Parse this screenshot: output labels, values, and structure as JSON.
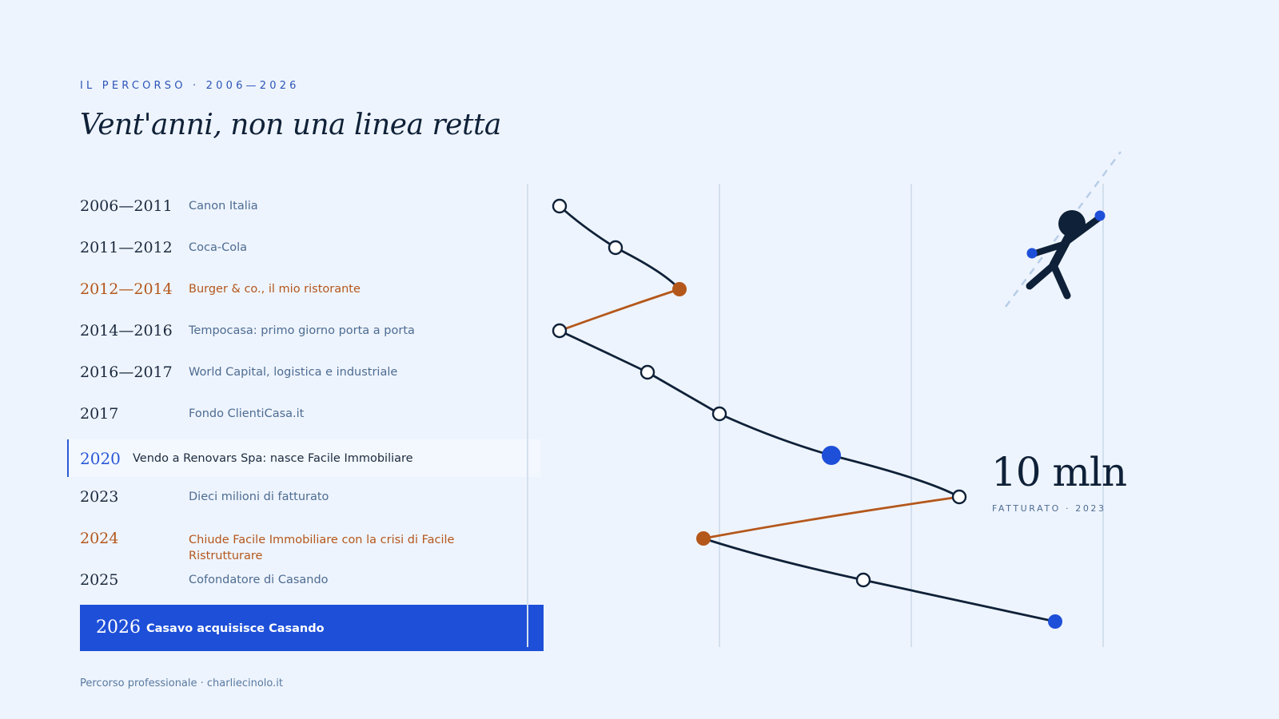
{
  "header": {
    "eyebrow": "IL PERCORSO · 2006—2026",
    "title": "Vent'anni, non una linea retta"
  },
  "timeline": [
    {
      "years": "2006—2011",
      "label": "Canon Italia",
      "tone": "normal"
    },
    {
      "years": "2011—2012",
      "label": "Coca-Cola",
      "tone": "normal"
    },
    {
      "years": "2012—2014",
      "label": "Burger & co., il mio ristorante",
      "tone": "setback"
    },
    {
      "years": "2014—2016",
      "label": "Tempocasa: primo giorno porta a porta",
      "tone": "normal"
    },
    {
      "years": "2016—2017",
      "label": "World Capital, logistica e industriale",
      "tone": "normal"
    },
    {
      "years": "2017",
      "label": "Fondo ClientiCasa.it",
      "tone": "normal"
    },
    {
      "years": "2020",
      "label": "Vendo a Renovars Spa: nasce Facile Immobiliare",
      "tone": "milestone"
    },
    {
      "years": "2023",
      "label": "Dieci milioni di fatturato",
      "tone": "normal"
    },
    {
      "years": "2024",
      "label": "Chiude Facile Immobiliare con la crisi di Facile Ristrutturare",
      "tone": "setback"
    },
    {
      "years": "2025",
      "label": "Cofondatore di Casando",
      "tone": "normal"
    },
    {
      "years": "2026",
      "label": "Casavo acquisisce Casando",
      "tone": "final"
    }
  ],
  "stat": {
    "value": "10 mln",
    "caption": "FATTURATO · 2023"
  },
  "footer": {
    "text": "Percorso professionale · charliecinolo.it"
  },
  "colors": {
    "background": "#eef4fd",
    "line": "#0f2138",
    "setback": "#b4571b",
    "accent": "#1e4fd8",
    "grid": "#d3dfee"
  },
  "icons": [
    "climber-figure-icon"
  ]
}
